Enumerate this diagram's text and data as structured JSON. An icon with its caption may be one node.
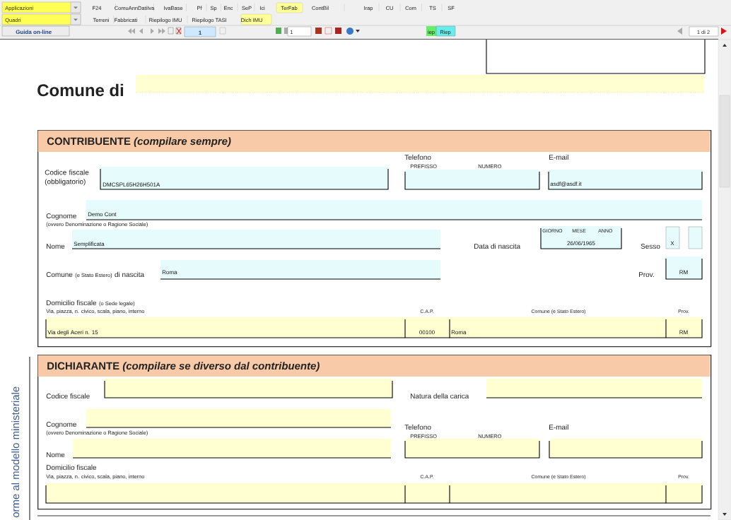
{
  "diagram": {
    "nodes": [
      {
        "text": [
          "CONTRIBUENTE *(compilare sempre)*"
        ]
      },
      {
        "text": [
          "DICHIARANTE *(compilare se diverso dal contribuente)*"
        ]
      }
    ],
    "labels": [
      "Applicazioni",
      "F24",
      "ComuAnnDatiIva",
      "IvaBase",
      "Pf",
      "Sp",
      "Enc",
      "SeP",
      "Ici",
      "TerFab",
      "ContBil",
      "Irap",
      "CU",
      "Com",
      "TS",
      "SF",
      "Quadri",
      "Terreni",
      "Fabbricati",
      "Riepilogo IMU",
      "Riepilogo TASI",
      "Dich IMU",
      "Guida on-line",
      "1",
      "1",
      "iep",
      "Riep",
      "1 di 2",
      "Comune di",
      "orme al modello ministeriale",
      "Codice fiscale (obbligatorio)",
      "DMCSPL65H26H501A",
      "Telefono",
      "PREFISSO",
      "NUMERO",
      "E-mail",
      "asdf@asdf.it",
      "Cognome",
      "Demo Cont",
      "(ovvero Denominazione o Ragione Sociale)",
      "Nome",
      "Semplificata",
      "Data di nascita",
      "GIORNO",
      "MESE",
      "ANNO",
      "26/06/1965",
      "Sesso",
      "X",
      "Comune",
      "(e Stato Estero)",
      "di nascita",
      "Roma",
      "Prov.",
      "RM",
      "Domicilio fiscale",
      "(o Sede legale)",
      "Via, piazza, n. civico, scala, piano, interno",
      "C.A.P.",
      "Comune (e Stato Estero)",
      "Prov.",
      "Via degli Aceri n. 15",
      "00100",
      "Roma",
      "RM",
      "Codice fiscale",
      "Natura della carica",
      "Cognome",
      "Telefono",
      "E-mail",
      "PREFISSO",
      "NUMERO",
      "(ovvero Denominazione o Ragione Sociale)",
      "Nome",
      "Domicilio fiscale",
      "Via, piazza, n. civico, scala, piano, interno",
      "C.A.P.",
      "Comune (e Stato Estero)",
      "Prov."
    ]
  }
}
